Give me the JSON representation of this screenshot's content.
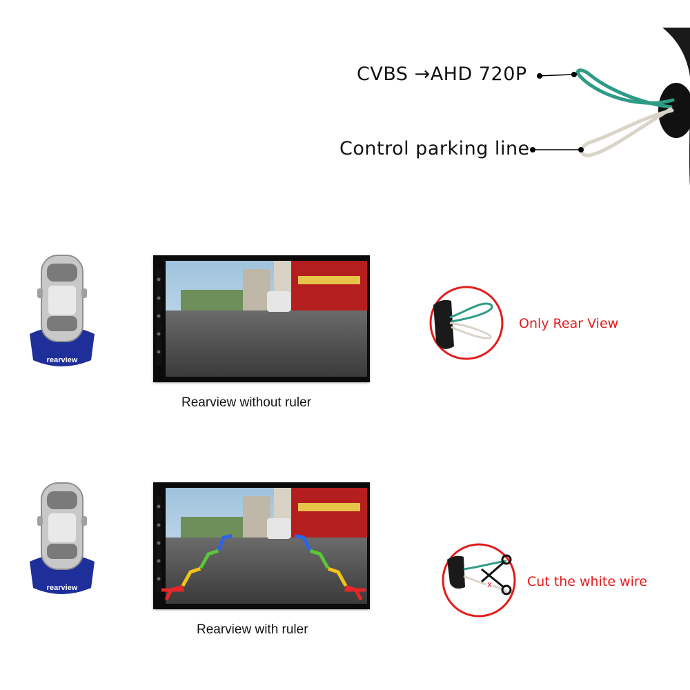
{
  "wiring": {
    "cvbs_label": "CVBS →AHD 720P",
    "parking_label": "Control parking line"
  },
  "rows": [
    {
      "badge": "rearview",
      "caption": "Rearview without ruler",
      "note": "Only Rear View"
    },
    {
      "badge": "rearview",
      "caption": "Rearview with ruler",
      "note": "Cut the white wire"
    }
  ],
  "colors": {
    "note_red": "#e41b1b",
    "badge_blue": "#1f2f9a",
    "wire_green": "#2e9b85",
    "wire_white": "#d9d4c8",
    "guide_red": "#e8262a",
    "guide_yellow": "#f2c318",
    "guide_green": "#5cc53a",
    "guide_blue": "#2d63e6"
  }
}
